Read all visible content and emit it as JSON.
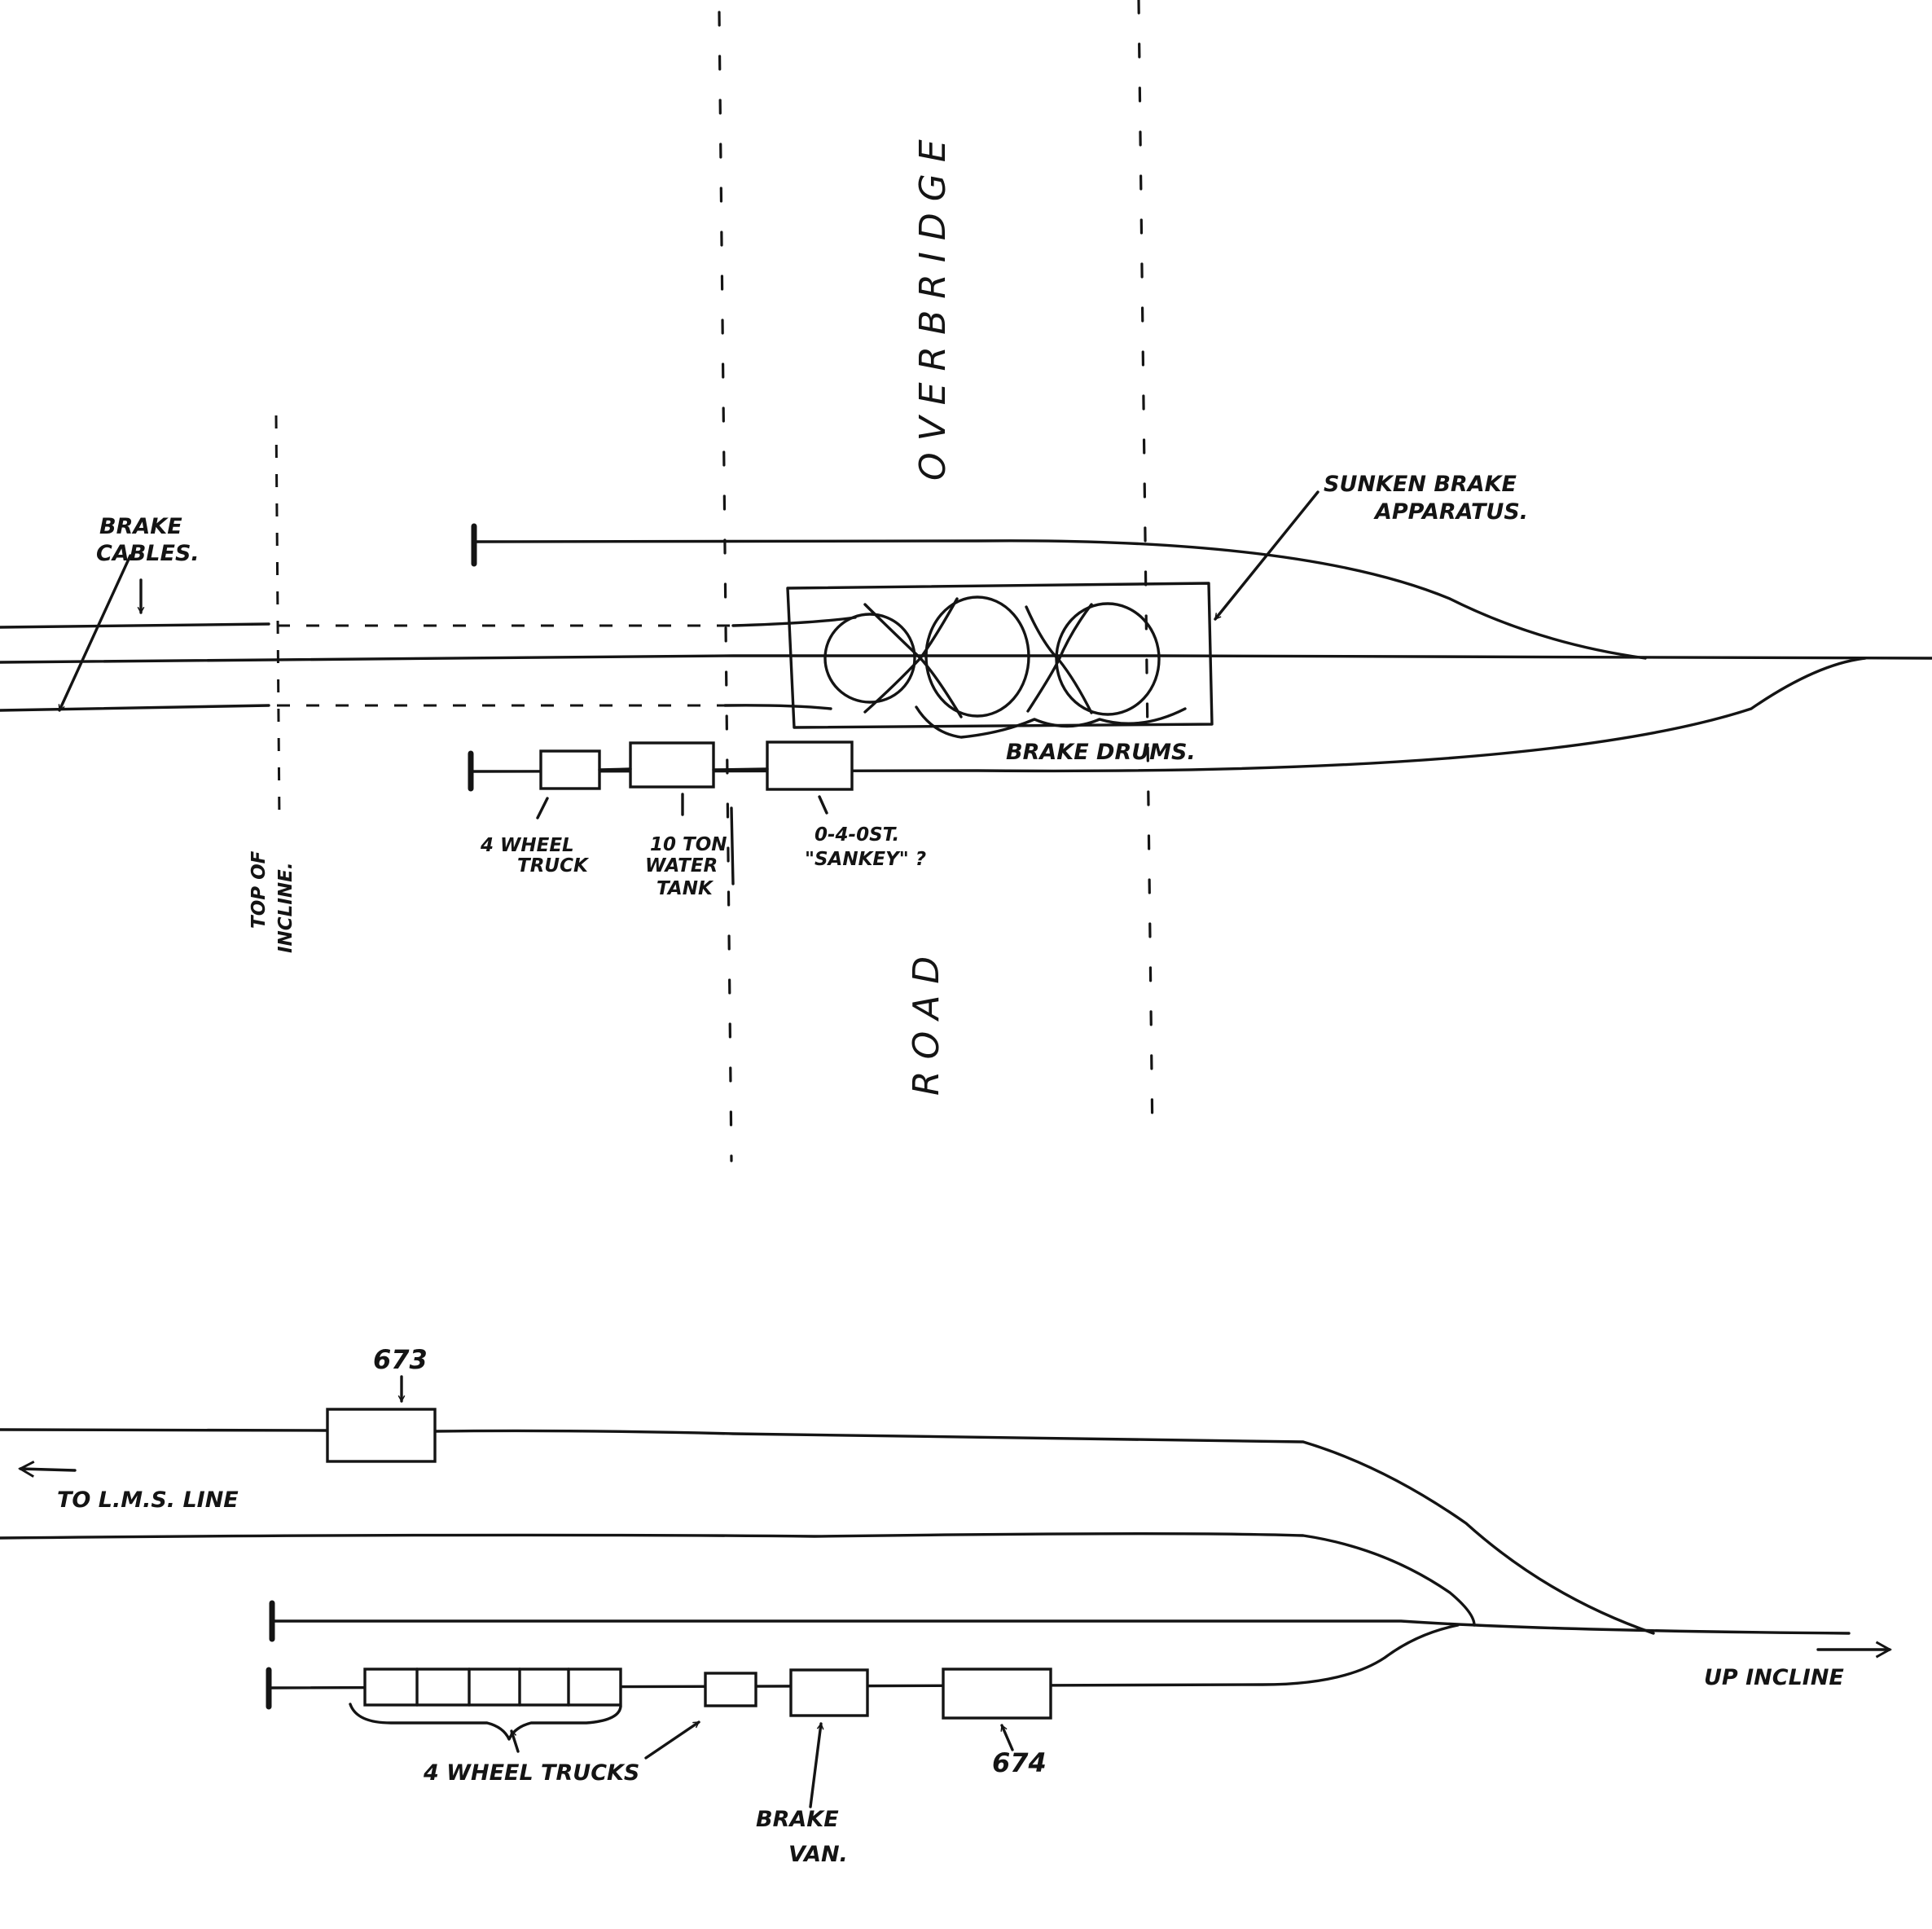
{
  "labels": {
    "overbridge": "OVERBRIDGE",
    "road": "ROAD",
    "top_of_incline_1": "TOP OF",
    "top_of_incline_2": "INCLINE.",
    "brake_cables_1": "BRAKE",
    "brake_cables_2": "CABLES.",
    "sunken_brake_1": "SUNKEN BRAKE",
    "sunken_brake_2": "APPARATUS.",
    "brake_drums": "BRAKE DRUMS.",
    "four_wheel_truck_1": "4 WHEEL",
    "four_wheel_truck_2": "TRUCK",
    "water_tank_1": "10 TON",
    "water_tank_2": "WATER",
    "water_tank_3": "TANK",
    "loco_1": "0-4-0ST.",
    "loco_2": "\"SANKEY\" ?",
    "loco_673": "673",
    "to_lms_line": "TO L.M.S. LINE",
    "four_wheel_trucks": "4 WHEEL TRUCKS",
    "brake_van_1": "BRAKE",
    "brake_van_2": "VAN.",
    "loco_674": "674",
    "up_incline": "UP INCLINE"
  }
}
